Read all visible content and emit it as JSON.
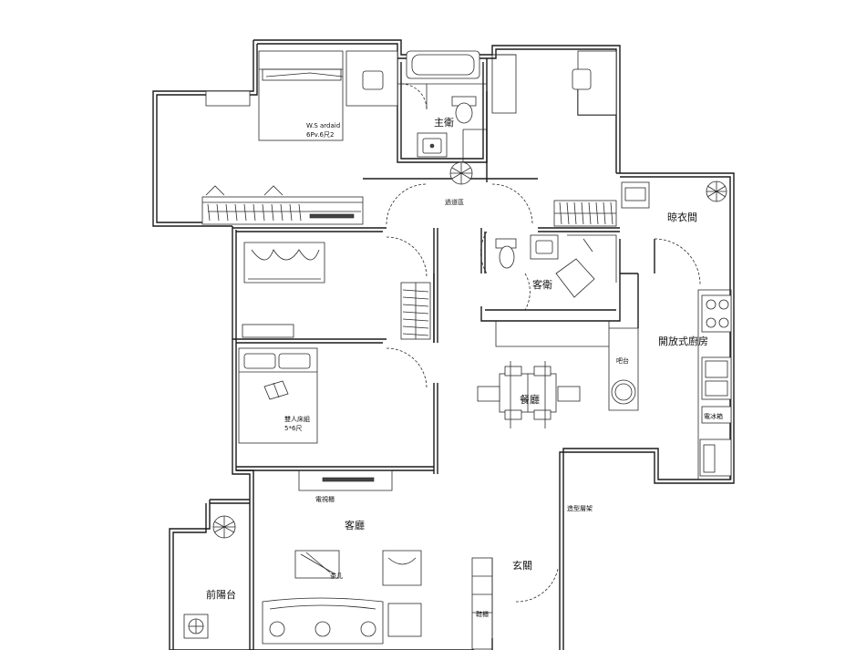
{
  "labels": {
    "master_bath": "主衛",
    "hallway_area": "過道區",
    "guest_bath": "客衛",
    "drying_room": "晾衣間",
    "open_kitchen": "開放式廚房",
    "bar": "吧台",
    "dining": "餐廳",
    "fridge": "電冰箱",
    "tv_cabinet": "電視櫃",
    "living_room": "客廳",
    "entrance": "玄關",
    "display_shelf": "造型層架",
    "shoe_cabinet": "鞋櫃",
    "front_balcony": "前陽台",
    "master_bed_line1": "W.S ardaid",
    "master_bed_line2": "6Pv.6尺2",
    "double_bed_line1": "雙人床組",
    "double_bed_line2": "5*6尺",
    "coffee_table": "茶几"
  },
  "colors": {
    "line": "#1a1a1a",
    "background": "#ffffff"
  }
}
